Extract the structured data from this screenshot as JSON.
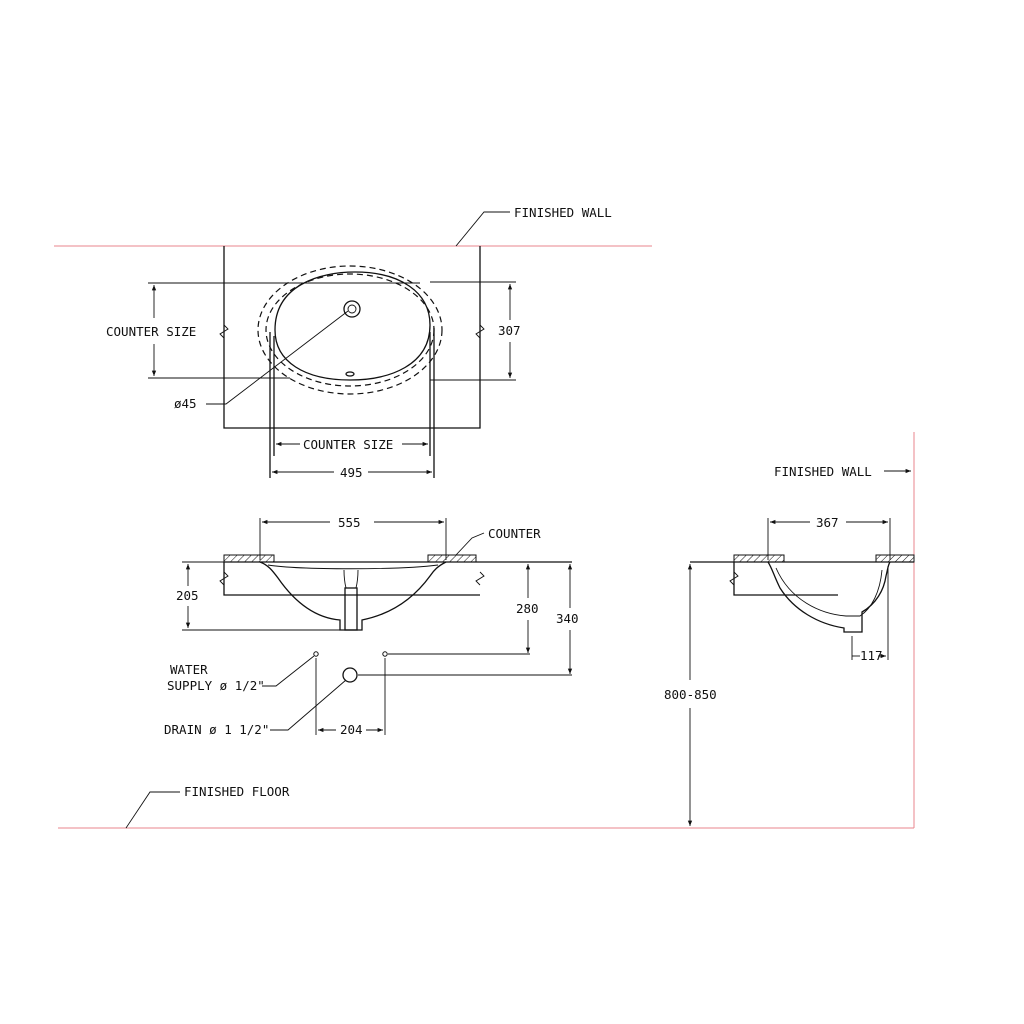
{
  "colors": {
    "reference_line": "#e8848e",
    "ink": "#111111"
  },
  "labels": {
    "finished_wall": "FINISHED WALL",
    "finished_wall_side": "FINISHED WALL",
    "finished_floor": "FINISHED FLOOR",
    "counter": "COUNTER",
    "counter_size_vertical": "COUNTER SIZE",
    "counter_size_horizontal": "COUNTER SIZE",
    "drain_hole": "ø45",
    "water_supply_line1": "WATER",
    "water_supply_line2": "SUPPLY ø 1/2\"",
    "drain": "DRAIN ø 1 1/2\""
  },
  "dimensions": {
    "plan_depth": "307",
    "plan_width": "495",
    "front_width": "555",
    "front_height": "205",
    "supply_height": "280",
    "drain_height": "340",
    "supply_offset": "204",
    "side_depth": "367",
    "side_outlet": "117",
    "install_height": "800-850"
  }
}
